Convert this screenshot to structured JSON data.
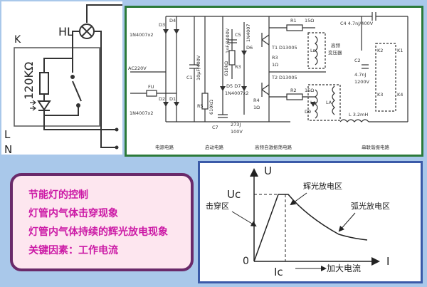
{
  "switch_diagram": {
    "lamp_label": "HL",
    "box_label": "K",
    "resistor_label": "120KΩ",
    "line_label": "L",
    "neutral_label": "N"
  },
  "circuit": {
    "diode_d3": "D3",
    "diode_d4": "D4",
    "diode_d2": "D2",
    "diode_d1": "D1",
    "diode_type_top": "1N4007x2",
    "diode_type_bottom": "1N4007x2",
    "ac_label": "AC220V",
    "fuse_label": "FU",
    "c1_label": "C1",
    "c1_value": "10μF/400V",
    "r5_label": "R5",
    "r5_value": "610kΩ",
    "c5_label": "C5",
    "c5_value": "1nF/1000V",
    "r3_label": "R3",
    "r3_value": "610kΩ",
    "d6_label": "D6",
    "d6_type": "1N4007",
    "d5_d7_label": "D5  D7",
    "d5_d7_type": "1N4007x2",
    "c7_label": "C7",
    "c7_value": "273J",
    "c7_voltage": "100V",
    "r1_label": "R1",
    "r1_value": "15Ω",
    "t1_label": "T1",
    "t1_type": "D13005",
    "r3b_label": "R3",
    "r3b_value": "1Ω",
    "t2_label": "T2",
    "t2_type": "D13005",
    "r2_label": "R2",
    "r2_value": "15Ω",
    "r4_label": "R4",
    "r4_value": "1Ω",
    "d9_label": "D9",
    "lb_label": "Lв",
    "lc_label": "Lc",
    "la_label": "LA",
    "transformer_label_1": "高频",
    "transformer_label_2": "变压器",
    "c4_label": "C4  4.7nJ/400V",
    "c2_label": "C2",
    "c2_value_1": "4.7nJ",
    "c2_value_2": "1200V",
    "k1": "K1",
    "k2": "K2",
    "k3": "K3",
    "k4": "K4",
    "l_label": "L  3.2mH",
    "section_power": "电源电路",
    "section_start": "启动电路",
    "section_osc": "高频自激振荡电路",
    "section_resonant": "串联谐振电路"
  },
  "notes": {
    "line1": "节能灯的控制",
    "line2": "灯管内气体击穿现象",
    "line3": "灯管内气体持续的辉光放电现象",
    "line4": "关键因素：工作电流"
  },
  "graph": {
    "y_axis_label": "U",
    "x_axis_label": "I",
    "origin_label": "0",
    "uc_label": "Uc",
    "ic_label": "Ic",
    "increase_current_label": "加大电流",
    "breakdown_label": "击穿区",
    "glow_label": "辉光放电区",
    "arc_label": "弧光放电区"
  }
}
